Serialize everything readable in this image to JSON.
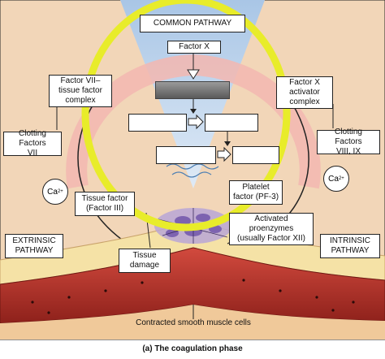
{
  "title": "COMMON PATHWAY",
  "factor_x": "Factor X",
  "factor_vii_complex": "Factor VII–\ntissue factor\ncomplex",
  "factor_x_activator_complex": "Factor X\nactivator\ncomplex",
  "clotting_factors_vii": "Clotting Factors\nVII",
  "clotting_factors_viii_ix": "Clotting Factors\nVIII, IX",
  "calcium_left": "Ca",
  "calcium_right": "Ca",
  "calcium_superscript": "2+",
  "tissue_factor": "Tissue factor\n(Factor III)",
  "platelet_factor": "Platelet\nfactor (PF-3)",
  "activated_proenzymes": "Activated\nproenzymes\n(usually Factor XII)",
  "extrinsic_pathway": "EXTRINSIC\nPATHWAY",
  "intrinsic_pathway": "INTRINSIC\nPATHWAY",
  "tissue_damage": "Tissue\ndamage",
  "contracted_smooth_muscle": "Contracted smooth muscle cells",
  "caption": "(a) The coagulation phase",
  "colors": {
    "background_tissue": "#f2d6b8",
    "funnel": "#8fb3d9",
    "ring_pink": "#f3b7b0",
    "highlight_ellipse": "#e8ec2a",
    "muscle_red": "#b8322a",
    "fat_yellow": "#f5e2a6"
  }
}
